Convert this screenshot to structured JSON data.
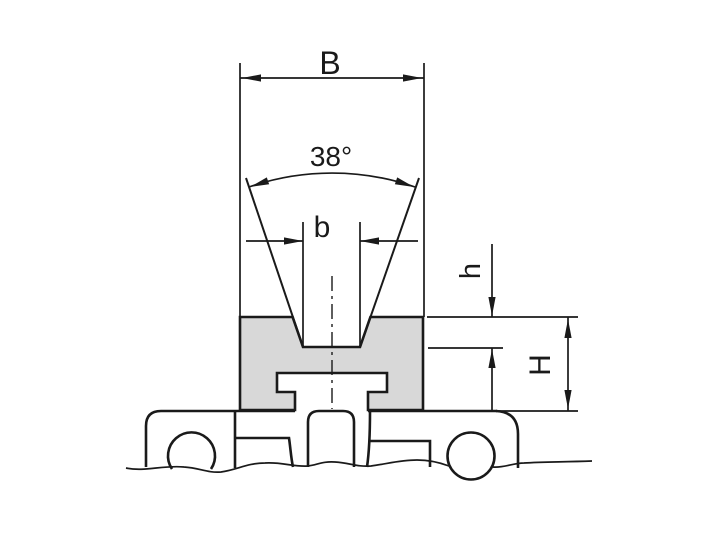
{
  "drawing": {
    "dimension_labels": {
      "overall_width": "B",
      "groove_angle": "38°",
      "groove_width": "b",
      "groove_depth": "h",
      "block_height": "H"
    },
    "colors": {
      "line": "#1a1a1a",
      "block_fill": "#d8d8d8",
      "background": "#ffffff"
    }
  }
}
